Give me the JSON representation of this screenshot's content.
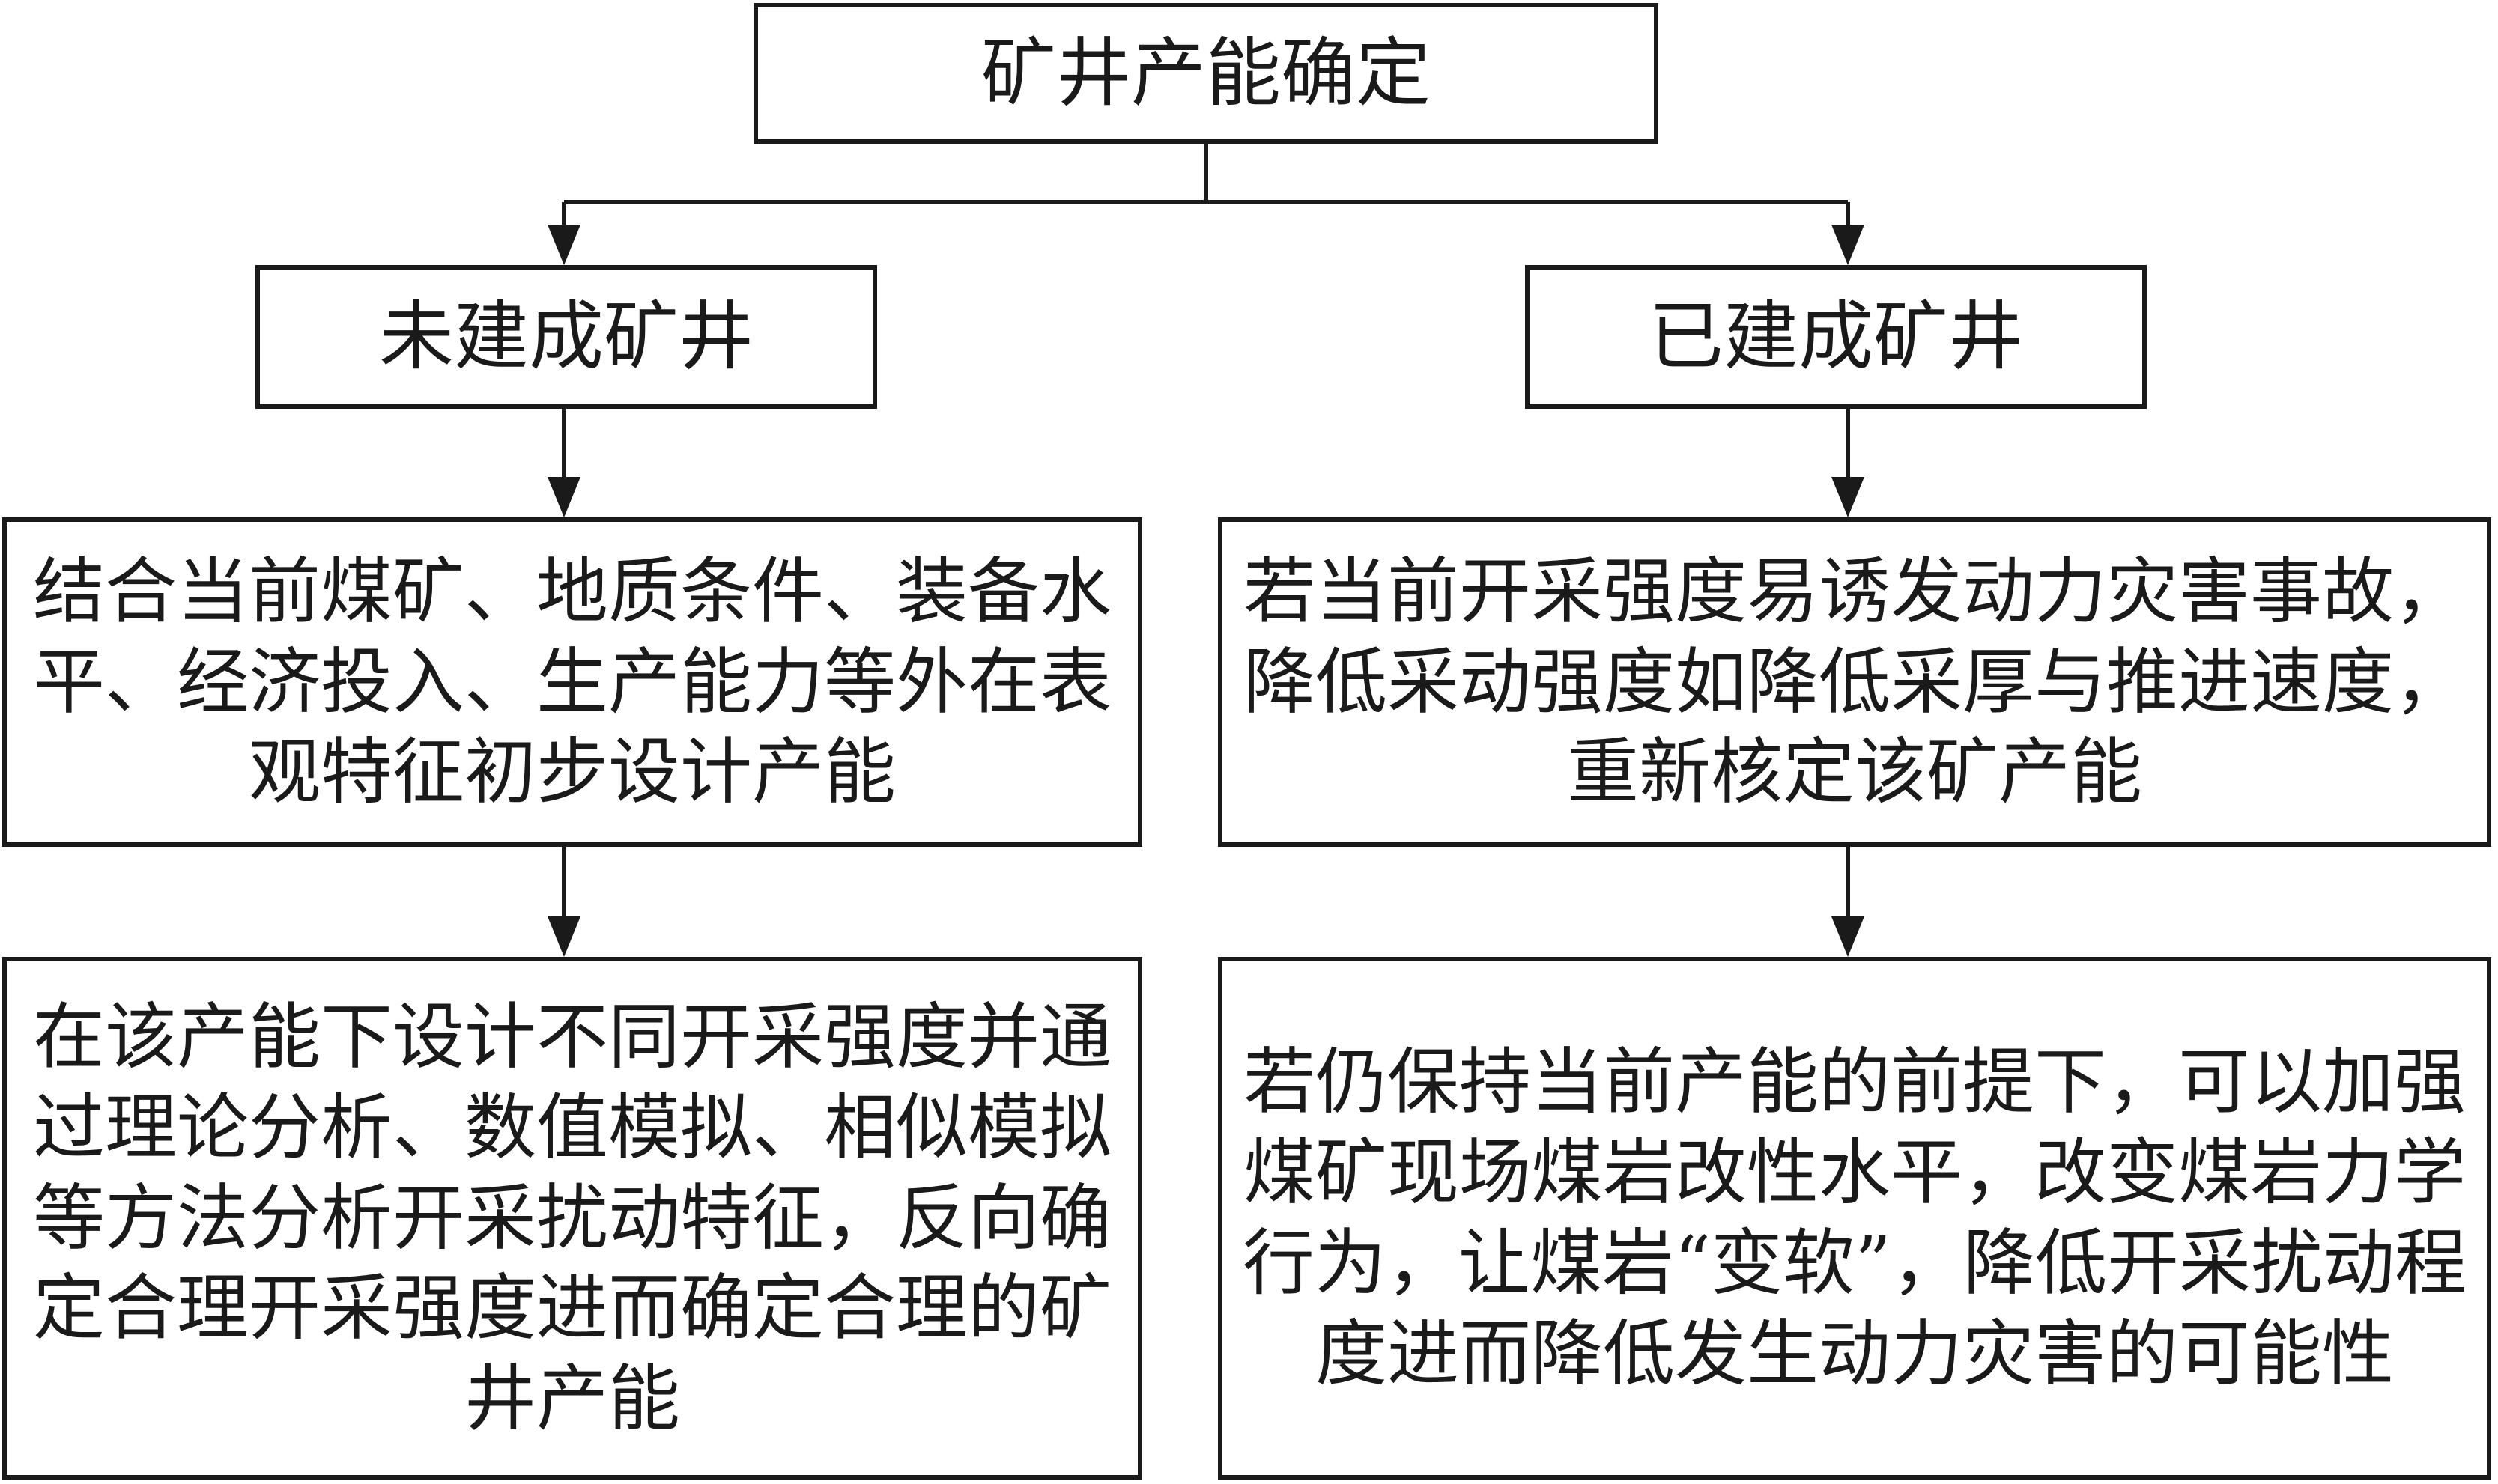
{
  "nodes": {
    "root": "矿井产能确定",
    "left_branch": "未建成矿井",
    "right_branch": "已建成矿井",
    "left_step1": "结合当前煤矿、地质条件、装备水平、经济投入、生产能力等外在表观特征初步设计产能",
    "right_step1": "若当前开采强度易诱发动力灾害事故，降低采动强度如降低采厚与推进速度，重新核定该矿产能",
    "left_step2": "在该产能下设计不同开采强度并通过理论分析、数值模拟、相似模拟等方法分析开采扰动特征，反向确定合理开采强度进而确定合理的矿井产能",
    "right_step2": "若仍保持当前产能的前提下，可以加强煤矿现场煤岩改性水平，改变煤岩力学行为，让煤岩“变软”，降低开采扰动程度进而降低发生动力灾害的可能性"
  },
  "colors": {
    "line": "#1a1a1a",
    "background": "#ffffff"
  }
}
